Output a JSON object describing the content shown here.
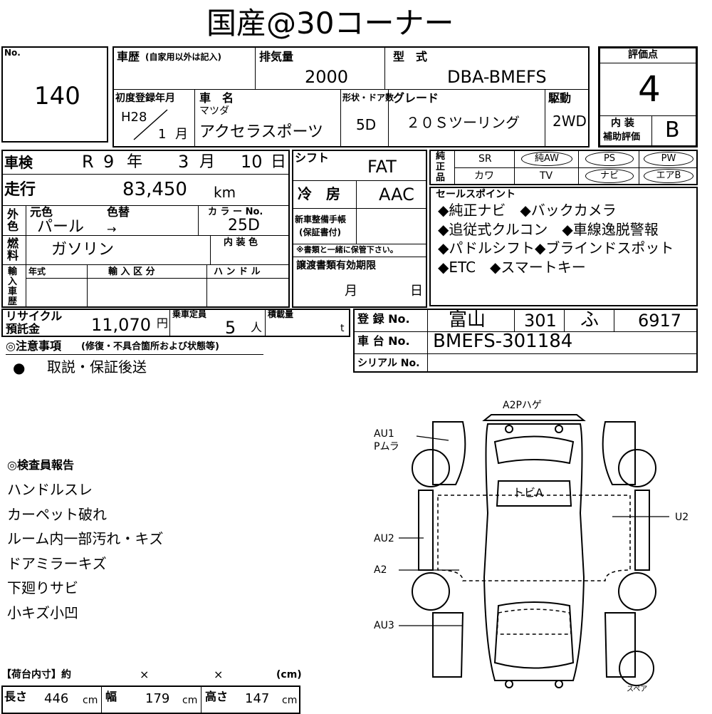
{
  "title": "国産@30コーナー",
  "lot": {
    "no_label": "No.",
    "no_value": "140"
  },
  "history": {
    "label": "車歴",
    "note": "(自家用以外は記入)"
  },
  "displacement": {
    "label": "排気量",
    "value": "2000"
  },
  "model": {
    "label": "型　式",
    "value": "DBA-BMEFS"
  },
  "score": {
    "label": "評価点",
    "value": "4",
    "interior_label_1": "内 装",
    "interior_label_2": "補助評価",
    "interior_value": "B"
  },
  "first_reg": {
    "label": "初度登録年月",
    "era": "H28",
    "month": "1",
    "month_unit": "月"
  },
  "car_name": {
    "label": "車　名",
    "maker": "マツダ",
    "name": "アクセラスポーツ"
  },
  "doors": {
    "label": "形状・ドア数",
    "value": "5D"
  },
  "grade": {
    "label": "グレード",
    "value": "２０Ｓツーリング"
  },
  "drive": {
    "label": "駆動",
    "value": "2WD"
  },
  "shaken": {
    "label": "車検",
    "era": "R",
    "year": "9",
    "year_unit": "年",
    "month": "3",
    "month_unit": "月",
    "day": "10",
    "day_unit": "日"
  },
  "shift": {
    "label": "シフト",
    "value": "FAT"
  },
  "mileage": {
    "label": "走行",
    "value": "83,450",
    "unit": "km"
  },
  "aircon": {
    "label": "冷　房",
    "value": "AAC"
  },
  "exterior_color": {
    "side_label": "外色",
    "orig_label": "元色",
    "change_label": "色替",
    "orig_value": "パール",
    "arrow": "→",
    "code_label": "カ ラ ー No.",
    "code_value": "25D"
  },
  "fuel": {
    "label": "燃料",
    "value": "ガソリン",
    "interior_color_label": "内 装 色"
  },
  "import": {
    "side_label": "輸入車歴",
    "year_label": "年式",
    "class_label": "輸 入 区 分",
    "handle_label": "ハ ン ド ル"
  },
  "maint_book": {
    "label_1": "新車整備手帳",
    "label_2": "(保証書付)",
    "note": "※書類と一緒に保管下さい。"
  },
  "transfer": {
    "label": "譲渡書類有効期限",
    "month_unit": "月",
    "day_unit": "日"
  },
  "equipment": {
    "side_label": "純正品",
    "row1": [
      "SR",
      "純AW",
      "PS",
      "PW"
    ],
    "row2": [
      "カワ",
      "TV",
      "ナビ",
      "エアB"
    ]
  },
  "sales_points": {
    "label": "セールスポイント",
    "lines": [
      "◆純正ナビ　◆バックカメラ",
      "◆追従式クルコン　◆車線逸脱警報",
      "◆パドルシフト◆ブラインドスポット",
      "◆ETC　◆スマートキー"
    ]
  },
  "recycle": {
    "label_1": "リサイクル",
    "label_2": "預託金",
    "value": "11,070",
    "unit": "円"
  },
  "capacity": {
    "label": "乗車定員",
    "value": "5",
    "unit": "人"
  },
  "load": {
    "label": "積載量",
    "unit": "t"
  },
  "registration": {
    "label": "登 録 No.",
    "area": "富山",
    "class": "301",
    "kana": "ふ",
    "number": "6917"
  },
  "chassis": {
    "label": "車 台 No.",
    "value": "BMEFS-301184"
  },
  "serial": {
    "label": "シリアル No."
  },
  "notes": {
    "label": "◎注意事項",
    "sub": "(修復・不具合箇所および状態等)",
    "bullet": "●",
    "text": "取説・保証後送"
  },
  "inspector": {
    "label": "◎検査員報告",
    "lines": [
      "ハンドルスレ",
      "カーペット破れ",
      "ルーム内一部汚れ・キズ",
      "ドアミラーキズ",
      "下廻りサビ",
      "小キズ小凹"
    ]
  },
  "diagram": {
    "rear_label": "A2Pハゲ",
    "au1": "AU1",
    "au1_sub": "Pムラ",
    "roof": "トビA",
    "u2": "U2",
    "au2": "AU2",
    "a2": "A2",
    "au3": "AU3",
    "spare": "スペア"
  },
  "cargo": {
    "label": "【荷台内寸】約",
    "x1": "×",
    "x2": "×",
    "unit_head": "(cm)",
    "length_label": "長さ",
    "length": "446",
    "width_label": "幅",
    "width": "179",
    "height_label": "高さ",
    "height": "147",
    "cm": "cm"
  }
}
